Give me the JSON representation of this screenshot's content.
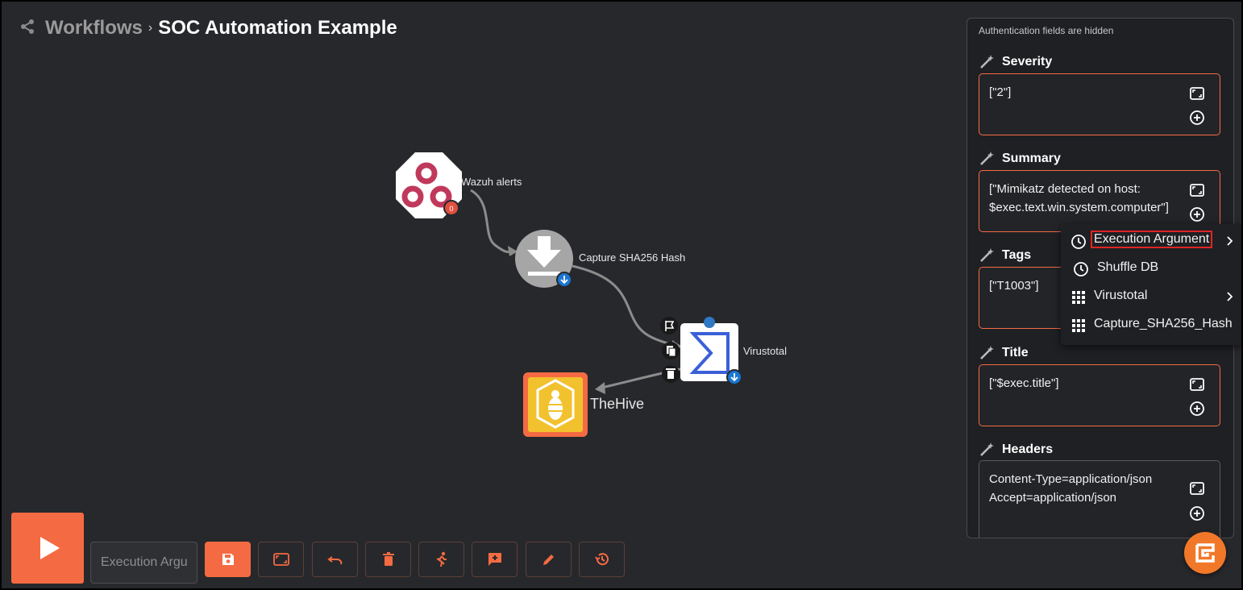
{
  "header": {
    "section": "Workflows",
    "separator": "›",
    "title": "SOC Automation Example"
  },
  "graph": {
    "nodes": [
      {
        "id": "wazuh",
        "label": "Wazuh alerts",
        "badge": "0"
      },
      {
        "id": "capture",
        "label": "Capture SHA256 Hash"
      },
      {
        "id": "virustotal",
        "label": "Virustotal"
      },
      {
        "id": "thehive",
        "label": "TheHive"
      }
    ]
  },
  "panel": {
    "auth_note": "Authentication fields are hidden",
    "fields": [
      {
        "label": "Severity",
        "lines": [
          "[\"2\"]"
        ]
      },
      {
        "label": "Summary",
        "lines": [
          "[\"Mimikatz detected on host:",
          "$exec.text.win.system.computer\"]"
        ]
      },
      {
        "label": "Tags",
        "lines": [
          "[\"T1003\"]"
        ]
      },
      {
        "label": "Title",
        "lines": [
          "[\"$exec.title\"]"
        ]
      },
      {
        "label": "Headers",
        "lines": [
          "Content-Type=application/json",
          "Accept=application/json"
        ]
      }
    ]
  },
  "menu": {
    "items": [
      {
        "label": "Execution Argument",
        "icon": "clock-icon",
        "has_submenu": true,
        "highlighted": true
      },
      {
        "label": "Shuffle DB",
        "icon": "clock-icon",
        "has_submenu": false
      },
      {
        "label": "Virustotal",
        "icon": "grid-icon",
        "has_submenu": true
      },
      {
        "label": "Capture_SHA256_Hash",
        "icon": "grid-icon",
        "has_submenu": false
      }
    ]
  },
  "toolbar": {
    "execution_input_placeholder": "Execution Argument",
    "buttons": [
      "save-icon",
      "fullscreen-icon",
      "undo-icon",
      "delete-icon",
      "run-user-icon",
      "add-comment-icon",
      "edit-icon",
      "history-icon"
    ]
  },
  "colors": {
    "accent": "#f46b43",
    "background": "#27282c",
    "panel": "#1f2024",
    "highlight_outline": "#e02525",
    "wazuh": "#c0395c",
    "virustotal": "#3a5fd8",
    "thehive": "#f2c12e"
  }
}
